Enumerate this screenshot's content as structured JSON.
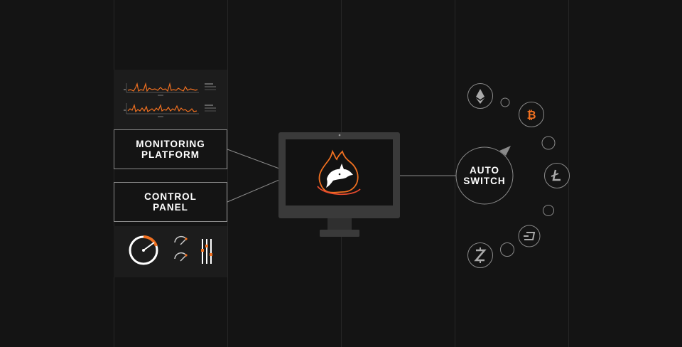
{
  "monitoring": {
    "line1": "MONITORING",
    "line2": "PLATFORM"
  },
  "control": {
    "line1": "CONTROL",
    "line2": "PANEL"
  },
  "autoswitch": {
    "line1": "AUTO",
    "line2": "SWITCH"
  },
  "colors": {
    "background": "#141414",
    "accent": "#f07020",
    "line": "#8a8a8a",
    "monitor": "#3a3a3a",
    "screen": "#121212"
  },
  "coins": [
    "ethereum-icon",
    "bitcoin-icon",
    "litecoin-icon",
    "dash-icon",
    "zcash-icon"
  ]
}
